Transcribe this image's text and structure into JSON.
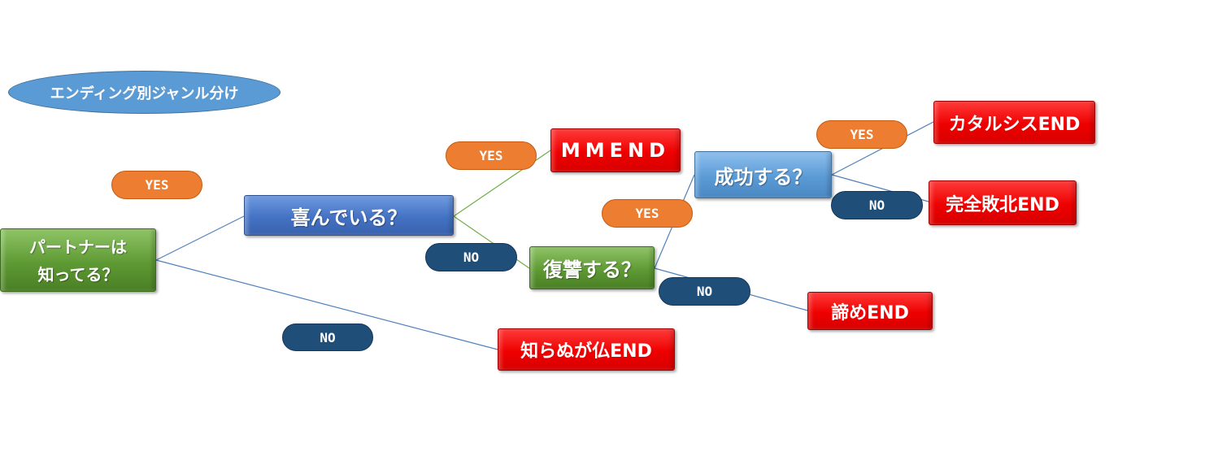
{
  "title": "エンディング別ジャンル分け",
  "edge_labels": {
    "yes_root": "YES",
    "no_root": "NO",
    "yes_happy": "YES",
    "no_happy": "NO",
    "yes_revenge": "YES",
    "no_revenge": "NO",
    "yes_success": "YES",
    "no_success": "NO"
  },
  "nodes": {
    "partner_knows": [
      "パートナーは",
      "知ってる？"
    ],
    "happy": "喜んでいる？",
    "revenge": "復讐する？",
    "success": "成功する？",
    "end_mm": "MMEND",
    "end_ignorance": "知らぬが仏END",
    "end_resignation": "諦めEND",
    "end_catharsis": "カタルシスEND",
    "end_defeat": "完全敗北END"
  },
  "colors": {
    "connector_blue": "#4f81bd",
    "connector_green": "#70ad47",
    "yes_pill": "#ed7d31",
    "no_pill": "#1f4e79",
    "end_node": "#ee0000"
  }
}
